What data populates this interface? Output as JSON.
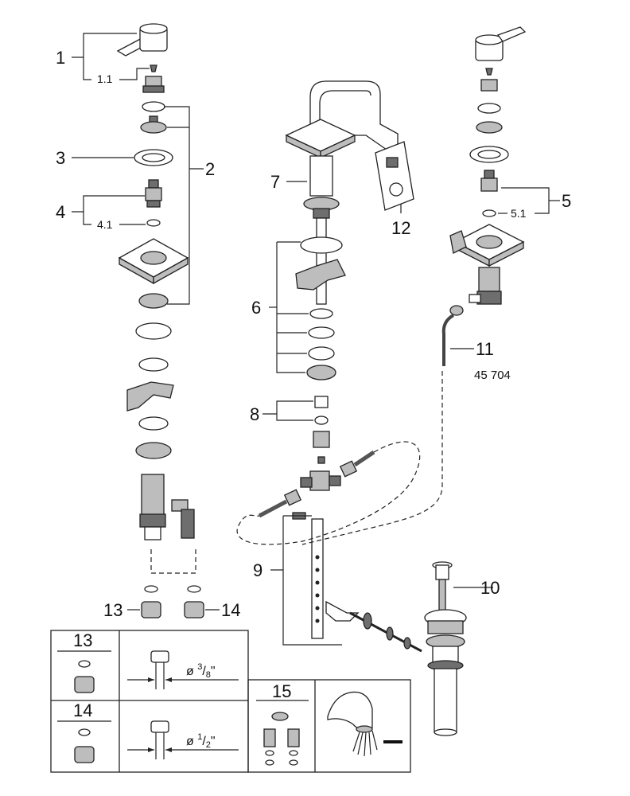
{
  "callouts": {
    "c1": "1",
    "c1_1": "1.1",
    "c2": "2",
    "c3": "3",
    "c4": "4",
    "c4_1": "4.1",
    "c5": "5",
    "c5_1": "5.1",
    "c6": "6",
    "c7": "7",
    "c8": "8",
    "c9": "9",
    "c10": "10",
    "c11": "11",
    "c11_part": "45 704",
    "c12": "12",
    "c13": "13",
    "c14": "14"
  },
  "table": {
    "row13": {
      "id": "13",
      "dim_prefix": "ø ",
      "dim_num": "3",
      "dim_den": "8",
      "dim_unit": "\""
    },
    "row14": {
      "id": "14",
      "dim_prefix": "ø ",
      "dim_num": "1",
      "dim_den": "2",
      "dim_unit": "\""
    },
    "box15": {
      "id": "15"
    }
  },
  "colors": {
    "line": "#222222",
    "fill_gray": "#bdbdbd",
    "fill_dark": "#6e6e6e"
  }
}
